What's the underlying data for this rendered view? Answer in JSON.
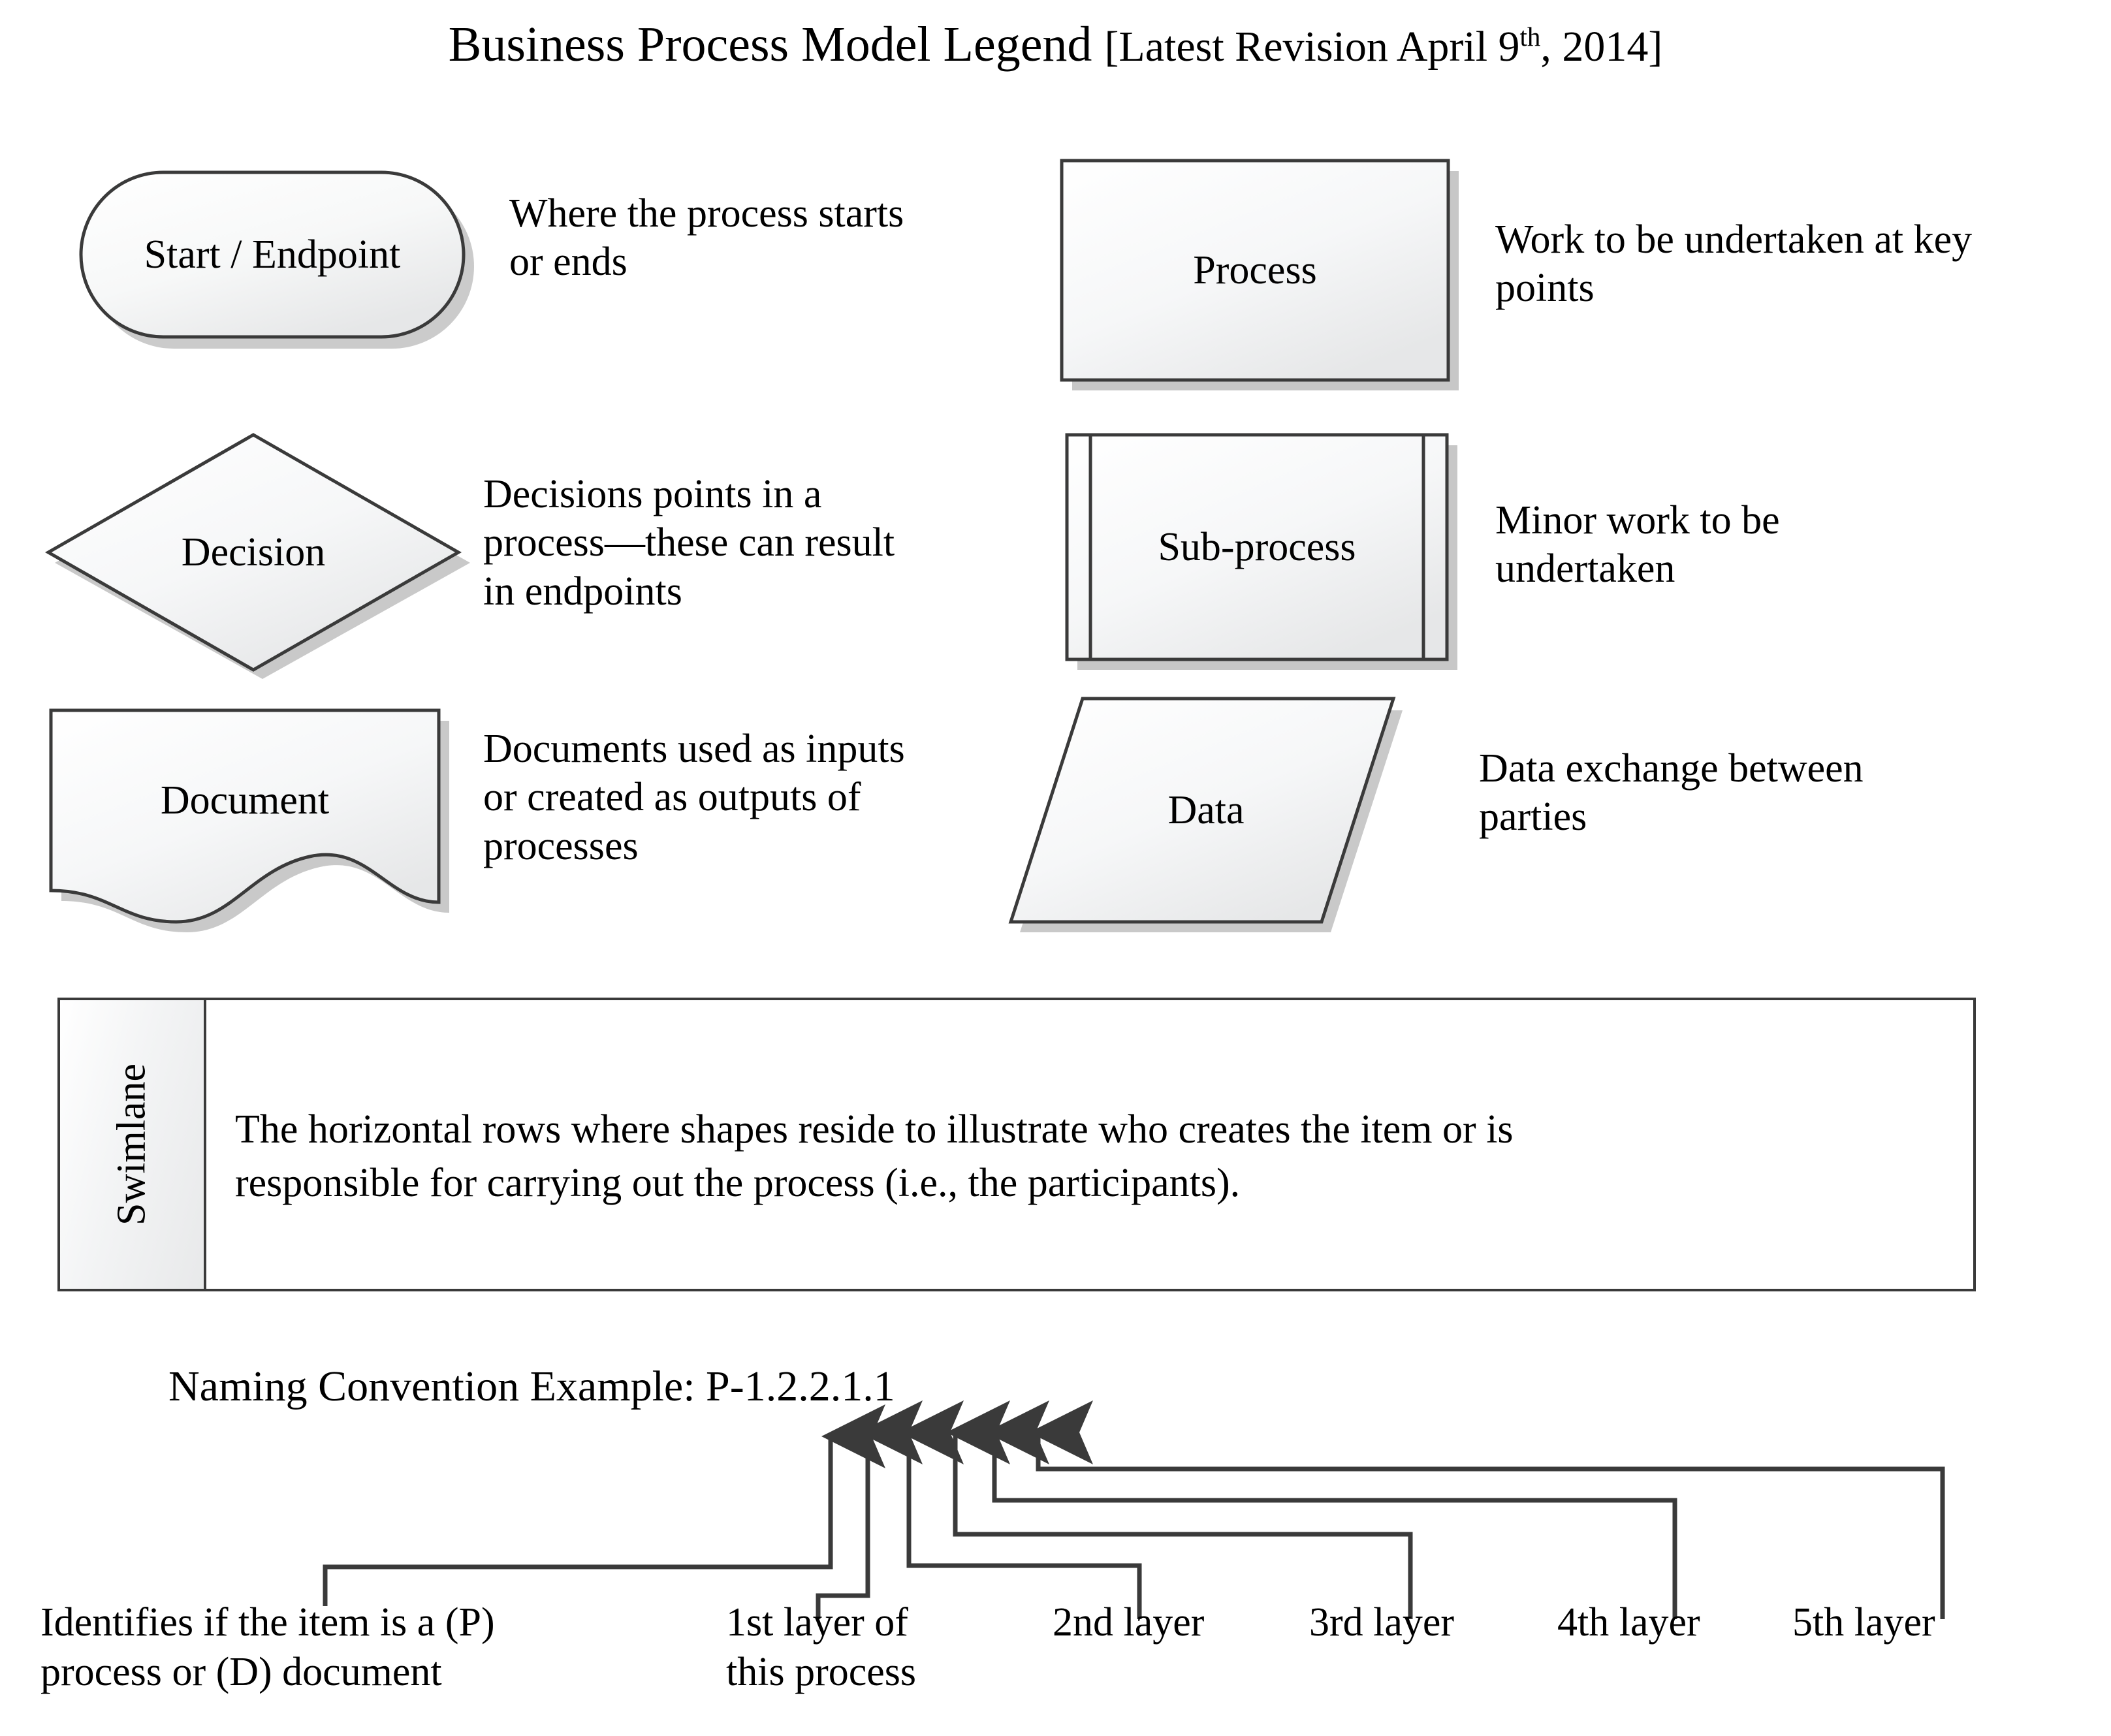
{
  "title": {
    "main": "Business Process Model Legend ",
    "revision_prefix": "[Latest Revision April 9",
    "revision_sup": "th",
    "revision_suffix": ", 2014]"
  },
  "legend": {
    "items": [
      {
        "id": "start-endpoint",
        "shape": "rounded-rectangle",
        "label": "Start / Endpoint",
        "description_line1": "Where the process starts",
        "description_line2": "or ends"
      },
      {
        "id": "process",
        "shape": "rectangle",
        "label": "Process",
        "description_line1": "Work to be undertaken at key",
        "description_line2": "points"
      },
      {
        "id": "decision",
        "shape": "diamond",
        "label": "Decision",
        "description_line1": "Decisions points in a",
        "description_line2": "process—these can result",
        "description_line3": "in endpoints"
      },
      {
        "id": "sub-process",
        "shape": "predefined-process",
        "label": "Sub-process",
        "description_line1": "Minor work to be",
        "description_line2": "undertaken"
      },
      {
        "id": "document",
        "shape": "document-wave",
        "label": "Document",
        "description_line1": "Documents used as inputs",
        "description_line2": "or created as outputs of",
        "description_line3": "processes"
      },
      {
        "id": "data",
        "shape": "parallelogram",
        "label": "Data",
        "description_line1": "Data exchange between",
        "description_line2": "parties"
      }
    ]
  },
  "swimlane": {
    "header_label": "Swimlane",
    "description_line1": "The horizontal rows where shapes reside to illustrate who creates the item or is",
    "description_line2": "responsible for carrying out the process (i.e., the participants)."
  },
  "naming_convention": {
    "title": "Naming Convention Example: P-1.2.2.1.1",
    "code": "P-1.2.2.1.1",
    "callouts": [
      {
        "id": "p-or-d",
        "line1": "Identifies if the item is a (P)",
        "line2": "process or (D) document"
      },
      {
        "id": "layer-1",
        "line1": "1st layer of",
        "line2": "this process"
      },
      {
        "id": "layer-2",
        "line1": "2nd layer",
        "line2": ""
      },
      {
        "id": "layer-3",
        "line1": "3rd layer",
        "line2": ""
      },
      {
        "id": "layer-4",
        "line1": "4th layer",
        "line2": ""
      },
      {
        "id": "layer-5",
        "line1": "5th layer",
        "line2": ""
      }
    ]
  },
  "colors": {
    "stroke": "#3a3a3a",
    "fill_light": "#fdfdfd",
    "fill_dark": "#e7e8e9",
    "shadow": "#b8b8b8",
    "text": "#000000"
  }
}
